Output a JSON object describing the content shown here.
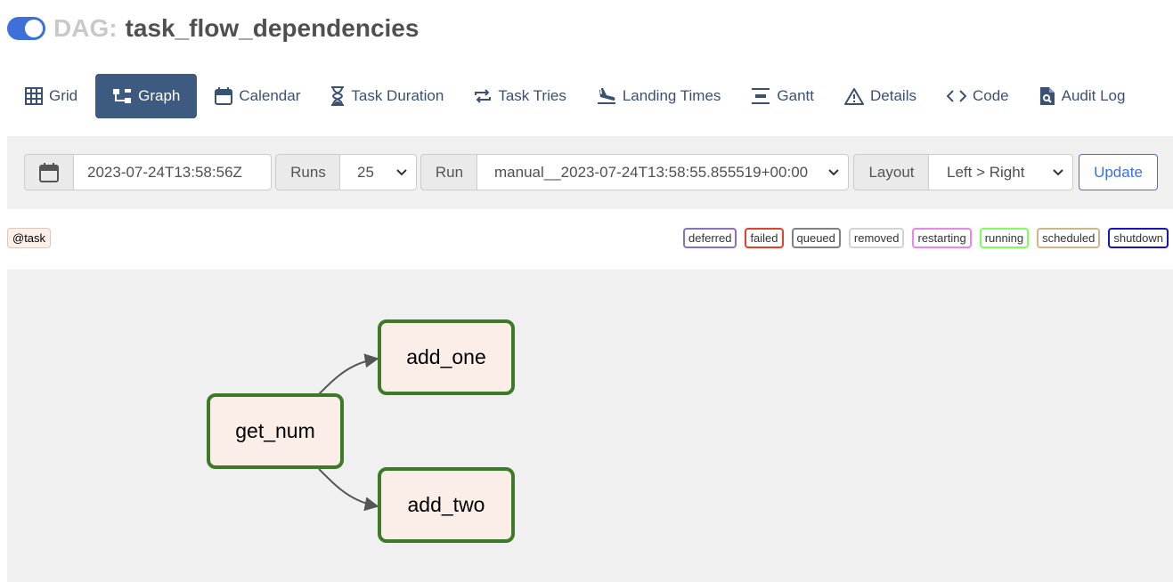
{
  "header": {
    "toggle_on": true,
    "prefix": "DAG:",
    "dag_id": "task_flow_dependencies"
  },
  "nav": {
    "tabs": [
      {
        "label": "Grid",
        "icon": "grid-icon",
        "active": false
      },
      {
        "label": "Graph",
        "icon": "graph-icon",
        "active": true
      },
      {
        "label": "Calendar",
        "icon": "calendar-icon",
        "active": false
      },
      {
        "label": "Task Duration",
        "icon": "hourglass-icon",
        "active": false
      },
      {
        "label": "Task Tries",
        "icon": "repeat-icon",
        "active": false
      },
      {
        "label": "Landing Times",
        "icon": "plane-landing-icon",
        "active": false
      },
      {
        "label": "Gantt",
        "icon": "gantt-icon",
        "active": false
      },
      {
        "label": "Details",
        "icon": "warning-triangle-icon",
        "active": false
      },
      {
        "label": "Code",
        "icon": "code-icon",
        "active": false
      },
      {
        "label": "Audit Log",
        "icon": "file-search-icon",
        "active": false
      }
    ]
  },
  "form": {
    "base_date": "2023-07-24T13:58:56Z",
    "runs_label": "Runs",
    "runs_value": "25",
    "run_label": "Run",
    "run_value": "manual__2023-07-24T13:58:55.855519+00:00",
    "layout_label": "Layout",
    "layout_value": "Left > Right",
    "update_label": "Update"
  },
  "legend": {
    "operator_tag": "@task",
    "states": [
      {
        "label": "deferred",
        "color": "#8b6fc6"
      },
      {
        "label": "failed",
        "color": "#e2412b"
      },
      {
        "label": "queued",
        "color": "#808080"
      },
      {
        "label": "removed",
        "color": "#d3d3d3"
      },
      {
        "label": "restarting",
        "color": "#ee82ee"
      },
      {
        "label": "running",
        "color": "#32cd32"
      },
      {
        "label": "scheduled",
        "color": "#d2b48c"
      },
      {
        "label": "shutdown",
        "color": "#0000ff"
      }
    ]
  },
  "graph": {
    "node_state_color": "#3c7a28",
    "nodes": [
      "get_num",
      "add_one",
      "add_two"
    ],
    "edges": [
      [
        "get_num",
        "add_one"
      ],
      [
        "get_num",
        "add_two"
      ]
    ]
  }
}
